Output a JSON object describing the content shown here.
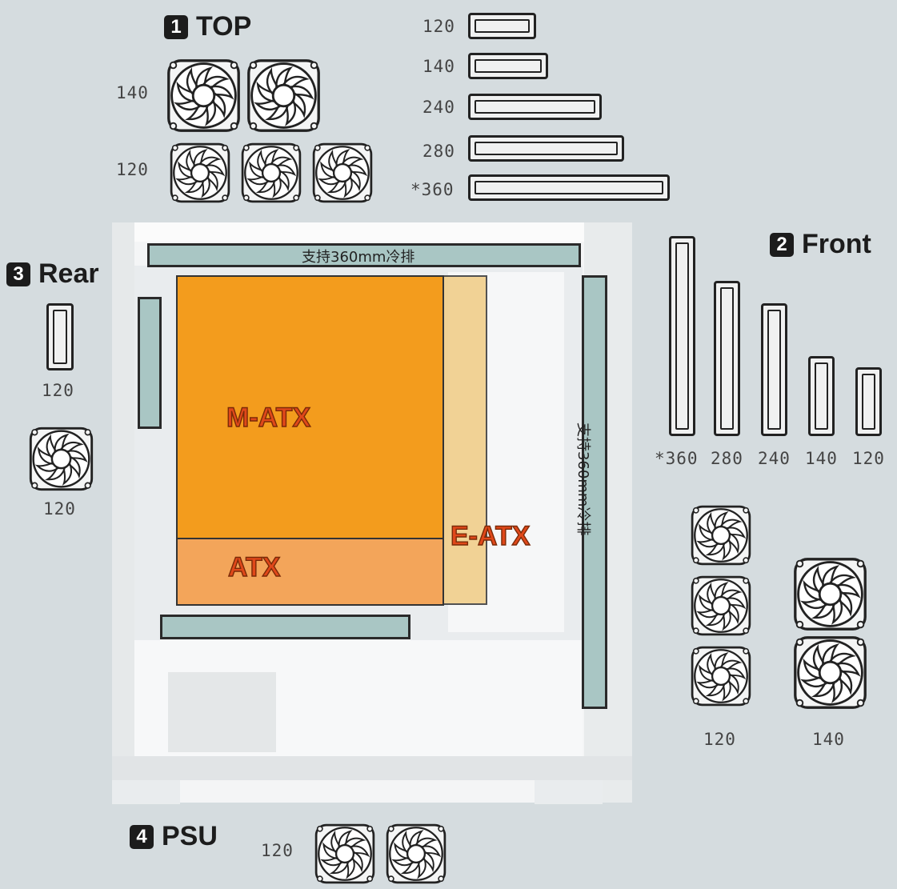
{
  "sections": {
    "top": {
      "number": "1",
      "title": "TOP"
    },
    "front": {
      "number": "2",
      "title": "Front"
    },
    "rear": {
      "number": "3",
      "title": "Rear"
    },
    "psu": {
      "number": "4",
      "title": "PSU"
    }
  },
  "top": {
    "fan_labels": [
      "140",
      "120"
    ],
    "radiator_labels": [
      "120",
      "140",
      "240",
      "280",
      "*360"
    ]
  },
  "front": {
    "radiator_labels": [
      "*360",
      "280",
      "240",
      "140",
      "120"
    ],
    "fan_labels": [
      "120",
      "140"
    ]
  },
  "rear": {
    "radiator_label": "120",
    "fan_label": "120"
  },
  "psu": {
    "fan_label": "120"
  },
  "case": {
    "top_radiator_text": "支持360mm冷排",
    "front_radiator_text": "支持360mm冷排",
    "board_labels": {
      "matx": "M-ATX",
      "atx": "ATX",
      "eatx": "E-ATX"
    }
  },
  "colors": {
    "background": "#d5dcdf",
    "radiator_fill": "#a9c6c4",
    "matx_fill": "#f39c1d",
    "atx_fill": "#f3a55a",
    "eatx_fill": "#f1cf8d",
    "label_orange": "#e0481a"
  }
}
